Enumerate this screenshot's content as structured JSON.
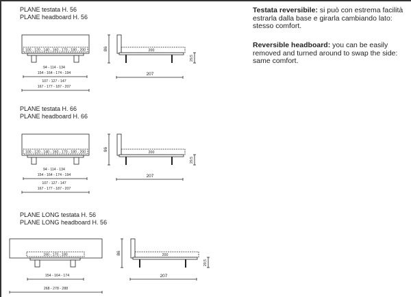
{
  "sections": [
    {
      "title_it": "PLANE testata H. 56",
      "title_en": "PLANE headboard H. 56",
      "mattress_front": "100 - 120 - 140 - 160 - 170 - 180 - 200",
      "height": "86",
      "mattress_length": "200",
      "base_height": "29,5",
      "dims_front": [
        "94 - 114 - 134",
        "154 - 164 - 174 - 194",
        "107 - 127 - 147",
        "167 - 177 - 187 - 207"
      ],
      "length": "207"
    },
    {
      "title_it": "PLANE testata H. 66",
      "title_en": "PLANE headboard H. 66",
      "mattress_front": "100 - 120 - 140 - 160 - 170 - 180 - 200",
      "height": "96",
      "mattress_length": "200",
      "base_height": "29,5",
      "dims_front": [
        "94 - 114 - 134",
        "154 - 164 - 174 - 194",
        "107 - 127 - 147",
        "167 - 177 - 187 - 207"
      ],
      "length": "207"
    },
    {
      "title_it": "PLANE LONG testata H. 56",
      "title_en": "PLANE LONG headboard H. 56",
      "mattress_front": "160 - 170 - 180",
      "height": "86",
      "mattress_length": "200",
      "base_height": "29,5",
      "dims_front": [
        "154 - 164 - 174",
        "268 - 278 - 288"
      ],
      "length": "207"
    }
  ],
  "notes": [
    {
      "bold": "Testata reversibile:",
      "text": " si può con estrema facilità estrarla dalla base e girarla cambiando lato: stesso comfort."
    },
    {
      "bold": "Reversible headboard:",
      "text": " you can be easily removed and turned around to swap the side: same comfort."
    }
  ]
}
